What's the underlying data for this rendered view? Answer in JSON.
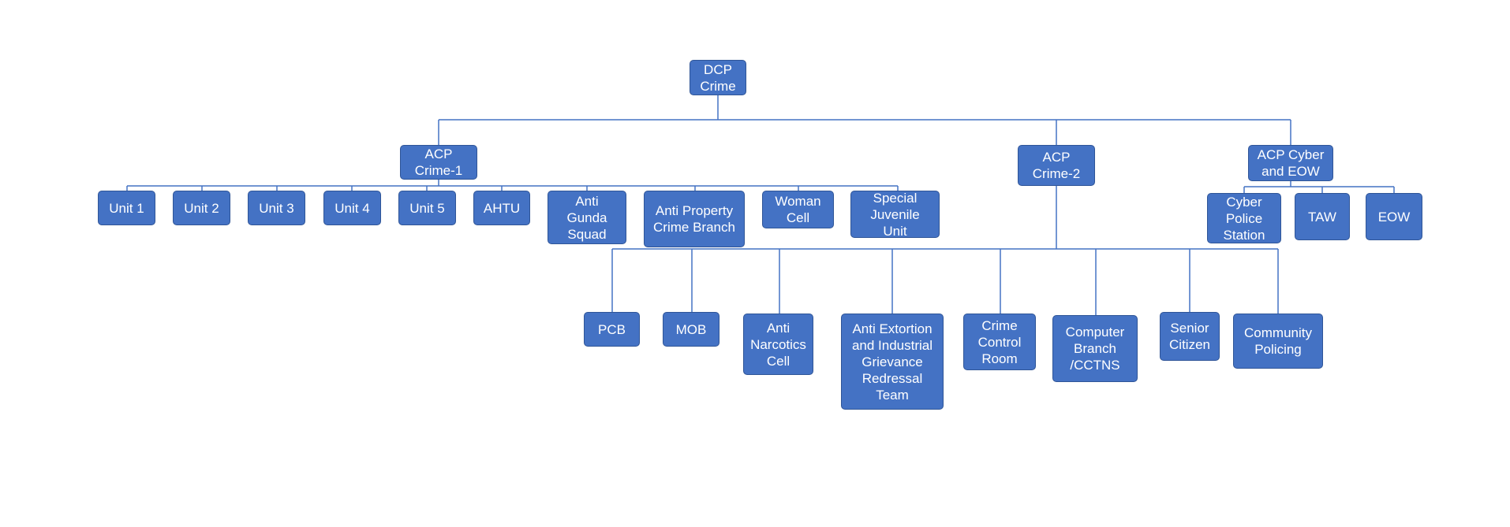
{
  "colors": {
    "box_fill": "#4472c4",
    "box_border": "#2f5597",
    "connector": "#4472c4",
    "text": "#ffffff"
  },
  "root": {
    "label": "DCP\nCrime"
  },
  "acp1": {
    "label": "ACP\nCrime-1",
    "units": [
      {
        "label": "Unit 1"
      },
      {
        "label": "Unit 2"
      },
      {
        "label": "Unit 3"
      },
      {
        "label": "Unit 4"
      },
      {
        "label": "Unit 5"
      },
      {
        "label": "AHTU"
      },
      {
        "label": "Anti\nGunda\nSquad"
      },
      {
        "label": "Anti Property\nCrime Branch"
      },
      {
        "label": "Woman\nCell"
      },
      {
        "label": "Special\nJuvenile\nUnit"
      }
    ]
  },
  "acp2": {
    "label": "ACP\nCrime-2",
    "units": [
      {
        "label": "PCB"
      },
      {
        "label": "MOB"
      },
      {
        "label": "Anti\nNarcotics\nCell"
      },
      {
        "label": "Anti Extortion\nand Industrial\nGrievance\nRedressal\nTeam"
      },
      {
        "label": "Crime\nControl\nRoom"
      },
      {
        "label": "Computer\nBranch\n/CCTNS"
      },
      {
        "label": "Senior\nCitizen"
      },
      {
        "label": "Community\nPolicing"
      }
    ]
  },
  "acp3": {
    "label": "ACP Cyber\nand EOW",
    "units": [
      {
        "label": "Cyber\nPolice\nStation"
      },
      {
        "label": "TAW"
      },
      {
        "label": "EOW"
      }
    ]
  }
}
